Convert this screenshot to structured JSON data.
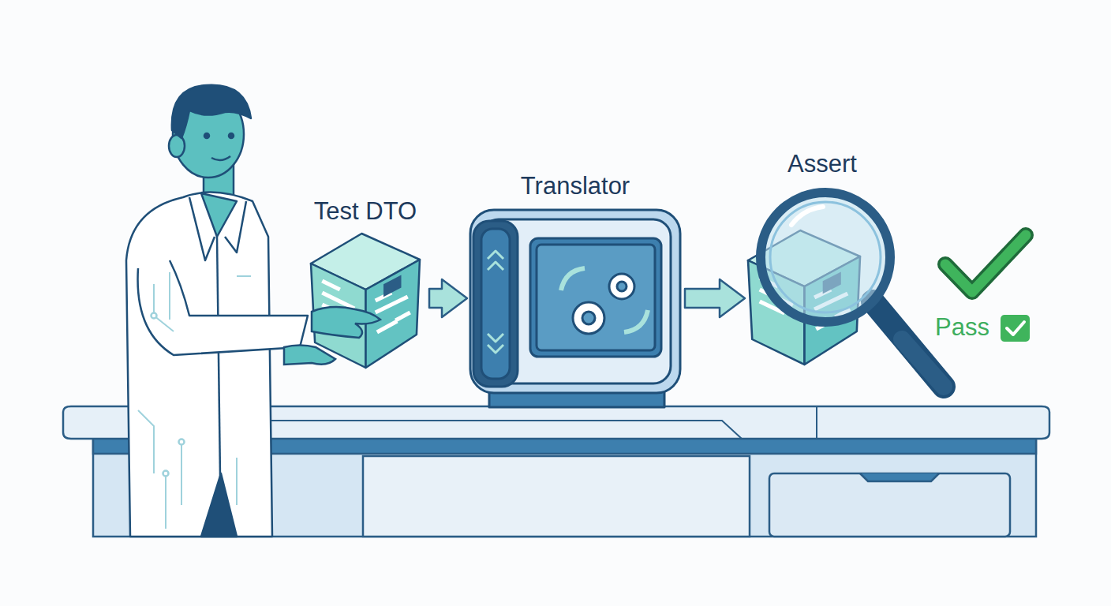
{
  "diagram": {
    "nodes": [
      {
        "text": [
          "Test DTO"
        ]
      },
      {
        "text": [
          "Translator"
        ]
      },
      {
        "text": [
          "Assert"
        ]
      }
    ],
    "edges": [
      {
        "from": 0,
        "to": 1,
        "arrow": "to"
      },
      {
        "from": 1,
        "to": 2,
        "arrow": "to"
      }
    ],
    "labels": [
      "Pass"
    ]
  }
}
